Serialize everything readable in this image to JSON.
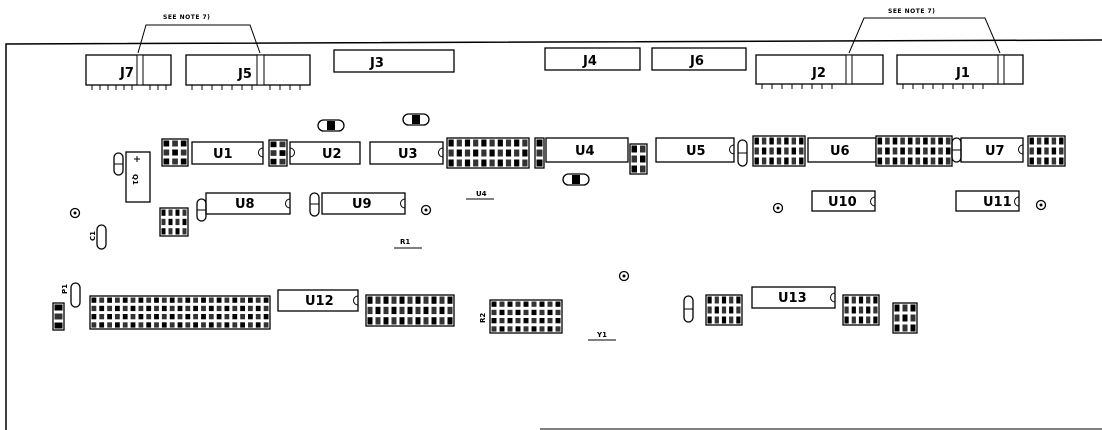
{
  "notes": {
    "left_note": "SEE NOTE 7)",
    "right_note": "SEE NOTE 7)"
  },
  "connectors": {
    "j7": "J7",
    "j5": "J5",
    "j3": "J3",
    "j4": "J4",
    "j6": "J6",
    "j2": "J2",
    "j1": "J1"
  },
  "chips": {
    "u1": "U1",
    "u2": "U2",
    "u3": "U3",
    "u4": "U4",
    "u5": "U5",
    "u6": "U6",
    "u7": "U7",
    "u8": "U8",
    "u9": "U9",
    "u10": "U10",
    "u11": "U11",
    "u12": "U12",
    "u13": "U13"
  },
  "small_labels": {
    "q1": "Q1",
    "u4_ref": "U4",
    "y1": "Y1",
    "c1": "C1",
    "r1": "R1",
    "p1": "P1",
    "r2": "R2"
  },
  "colors": {
    "ink": "#000000",
    "paper": "#ffffff"
  }
}
